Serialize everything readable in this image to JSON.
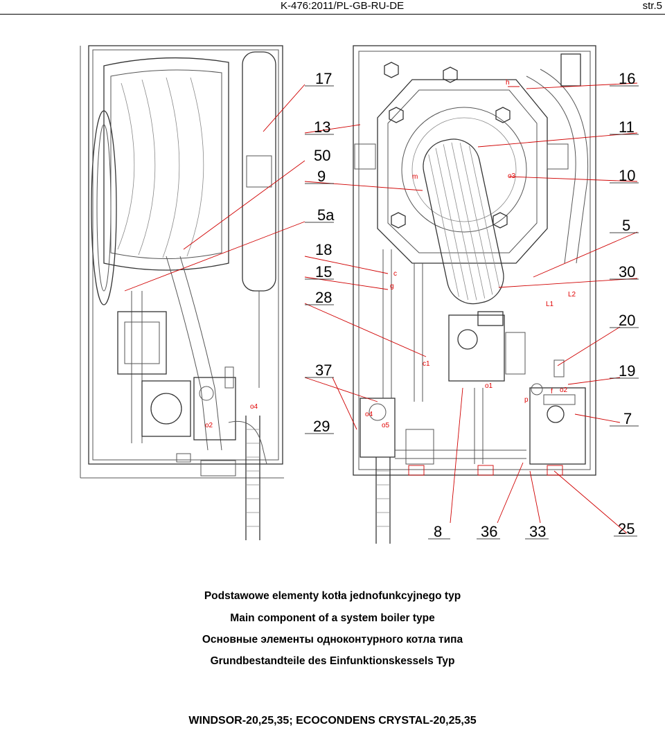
{
  "header": {
    "doc_id": "K-476:2011/PL-GB-RU-DE",
    "page": "str.5"
  },
  "callouts_left": [
    "17",
    "13",
    "50",
    "9",
    "5a",
    "18",
    "15",
    "28",
    "37",
    "29"
  ],
  "callouts_right": [
    "16",
    "11",
    "10",
    "5",
    "30",
    "20",
    "19",
    "7"
  ],
  "callouts_bottom": [
    "8",
    "36",
    "33",
    "25"
  ],
  "part_labels": [
    "h",
    "m",
    "o3",
    "c",
    "g",
    "L1",
    "L2",
    "c1",
    "o1",
    "p",
    "f",
    "o2",
    "o4",
    "o5",
    "o4",
    "o2"
  ],
  "captions": {
    "pl": "Podstawowe elementy kotła jednofunkcyjnego typ",
    "en": "Main component of a system boiler type",
    "ru": "Основные элементы одноконтурного котла типа",
    "de": "Grundbestandteile des Einfunktionskessels Typ"
  },
  "models": "WINDSOR-20,25,35; ECOCONDENS CRYSTAL-20,25,35"
}
